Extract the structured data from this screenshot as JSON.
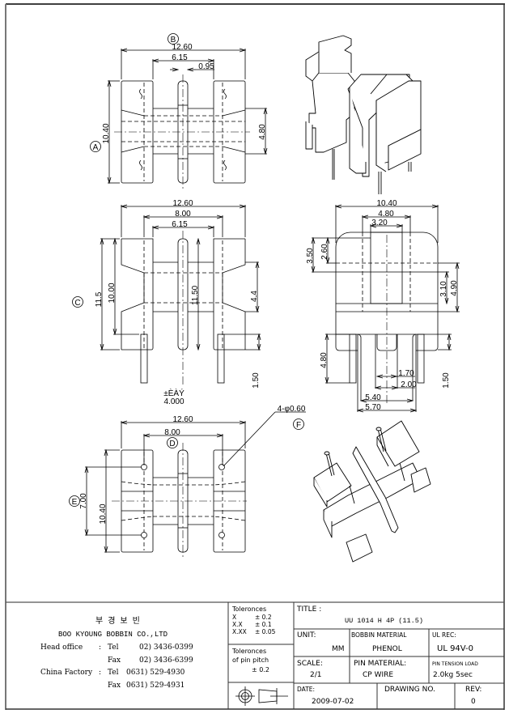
{
  "drawing": {
    "views": {
      "top_view": {
        "datum_a": "A",
        "datum_b": "B",
        "dims": {
          "overall_width": "12.60",
          "core_width": "6.15",
          "flange": "0.95",
          "height": "10.40",
          "core_height": "4.80"
        }
      },
      "front_view": {
        "datum_c": "C",
        "dims": {
          "overall_width": "12.60",
          "pin_span": "8.00",
          "core_width": "6.15",
          "total_height": "11.5",
          "body_height": "10.00",
          "center_flange": "11.50",
          "window": "4.4",
          "pin_length": "1.50"
        },
        "note_line1": "±ÈÀÝ",
        "note_line2": "4.000"
      },
      "side_view": {
        "dims": {
          "overall_width": "10.40",
          "core_outer": "4.80",
          "core_inner": "3.20",
          "top_outer": "3.50",
          "top_inner": "2.60",
          "right_inner": "3.10",
          "right_outer": "4.90",
          "pin_height": "4.80",
          "slot_inner": "1.70",
          "slot_outer": "2.00",
          "pin_inner": "5.40",
          "pin_outer": "5.70",
          "pin_length": "1.50"
        }
      },
      "bottom_view": {
        "datum_d": "D",
        "datum_e": "E",
        "datum_f": "F",
        "dims": {
          "overall_width": "12.60",
          "pin_span": "8.00",
          "pin_pitch": "7.00",
          "height": "10.40"
        },
        "hole_callout": "4-φ0.60"
      }
    }
  },
  "title_block": {
    "company": {
      "korean_name": "부경보빈",
      "english_name": "BOO KYOUNG BOBBIN CO.,LTD",
      "contacts": [
        {
          "label": "Head office",
          "sep": ":",
          "kind": "Tel",
          "number": "02) 3436-0399"
        },
        {
          "label": "",
          "sep": "",
          "kind": "Fax",
          "number": "02) 3436-6399"
        },
        {
          "label": "China Factory",
          "sep": ":",
          "kind": "Tel",
          "number": "0631) 529-4930"
        },
        {
          "label": "",
          "sep": "",
          "kind": "Fax",
          "number": "0631) 529-4931"
        }
      ]
    },
    "tolerances": {
      "heading": "Toleronces",
      "rows": [
        {
          "format": "X",
          "value": "± 0.2"
        },
        {
          "format": "X.X",
          "value": "± 0.1"
        },
        {
          "format": "X.XX",
          "value": "± 0.05"
        }
      ],
      "pin_pitch_heading_1": "Toleronces",
      "pin_pitch_heading_2": "of pin pitch",
      "pin_pitch_value": "± 0.2"
    },
    "title_label": "TITLE :",
    "title_value": "UU 1014 H 4P (11.5)",
    "unit_label": "UNIT:",
    "unit_value": "MM",
    "bobbin_material_label": "BOBBIN MATERIAL",
    "bobbin_material_value": "PHENOL",
    "ul_rec_label": "UL REC:",
    "ul_rec_value": "UL 94V-0",
    "scale_label": "SCALE:",
    "scale_value": "2/1",
    "pin_material_label": "PIN MATERIAL:",
    "pin_material_value": "CP WIRE",
    "pin_tension_label": "PIN TENSION LOAD",
    "pin_tension_value": "2.0kg 5sec",
    "date_label": "DATE:",
    "date_value": "2009-07-02",
    "drawing_no_label": "DRAWING NO.",
    "drawing_no_value": "",
    "rev_label": "REV:",
    "rev_value": "0"
  }
}
